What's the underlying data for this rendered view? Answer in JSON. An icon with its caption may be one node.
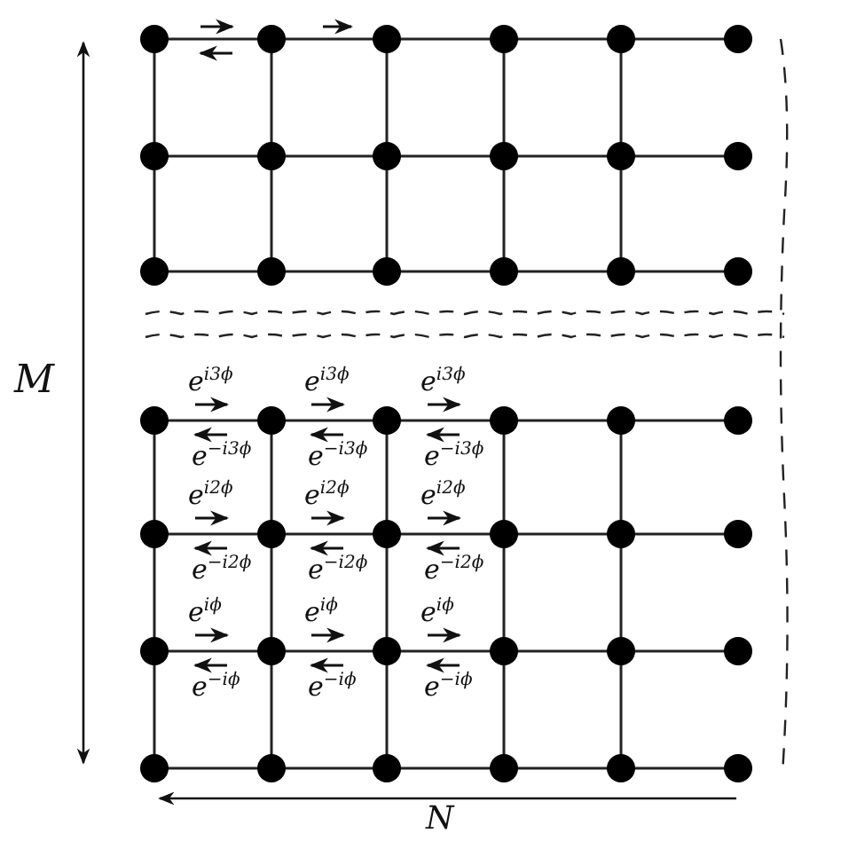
{
  "diagram": {
    "labels": [
      "M",
      "e$^{i3ϕ}$",
      "e$^{i3ϕ}$",
      "e$^{i3ϕ}$",
      "e$^{−i3ϕ}$",
      "e$^{−i3ϕ}$",
      "e$^{−i3ϕ}$",
      "e$^{i2ϕ}$",
      "e$^{i2ϕ}$",
      "e$^{i2ϕ}$",
      "e$^{−i2ϕ}$",
      "e$^{−i2ϕ}$",
      "e$^{−i2ϕ}$",
      "e$^{iϕ}$",
      "e$^{iϕ}$",
      "e$^{iϕ}$",
      "e$^{−iϕ}$",
      "e$^{−iϕ}$",
      "e$^{−iϕ}$",
      "N"
    ]
  }
}
